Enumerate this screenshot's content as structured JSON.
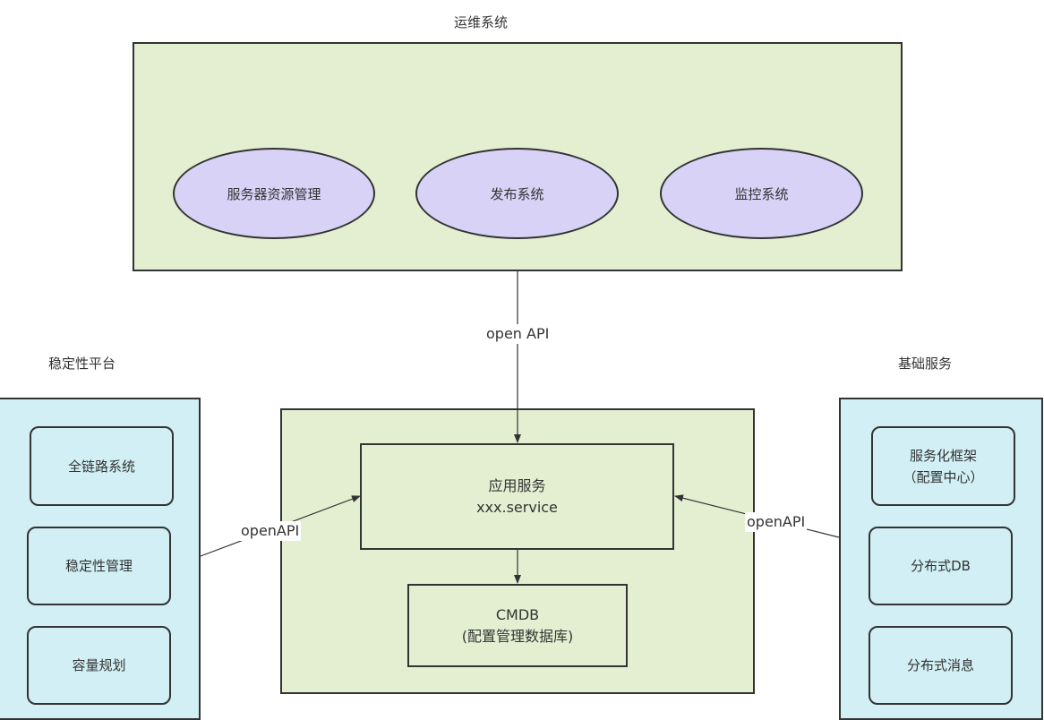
{
  "ops_system": {
    "title": "运维系统",
    "items": [
      "服务器资源管理",
      "发布系统",
      "监控系统"
    ]
  },
  "stability_platform": {
    "title": "稳定性平台",
    "items": [
      "全链路系统",
      "稳定性管理",
      "容量规划"
    ]
  },
  "basic_services": {
    "title": "基础服务",
    "items": [
      {
        "line1": "服务化框架",
        "line2": "（配置中心）"
      },
      {
        "line1": "分布式DB",
        "line2": ""
      },
      {
        "line1": "分布式消息",
        "line2": ""
      }
    ]
  },
  "app_service": {
    "line1": "应用服务",
    "line2": "xxx.service"
  },
  "cmdb": {
    "line1": "CMDB",
    "line2": "(配置管理数据库)"
  },
  "edges": {
    "top_label": "open API",
    "left_label": "openAPI",
    "right_label": "openAPI"
  },
  "colors": {
    "group_green": "#e4efd2",
    "group_cyan": "#d1eff4",
    "ellipse_lavender": "#d9d2f7",
    "stroke": "#333333"
  }
}
